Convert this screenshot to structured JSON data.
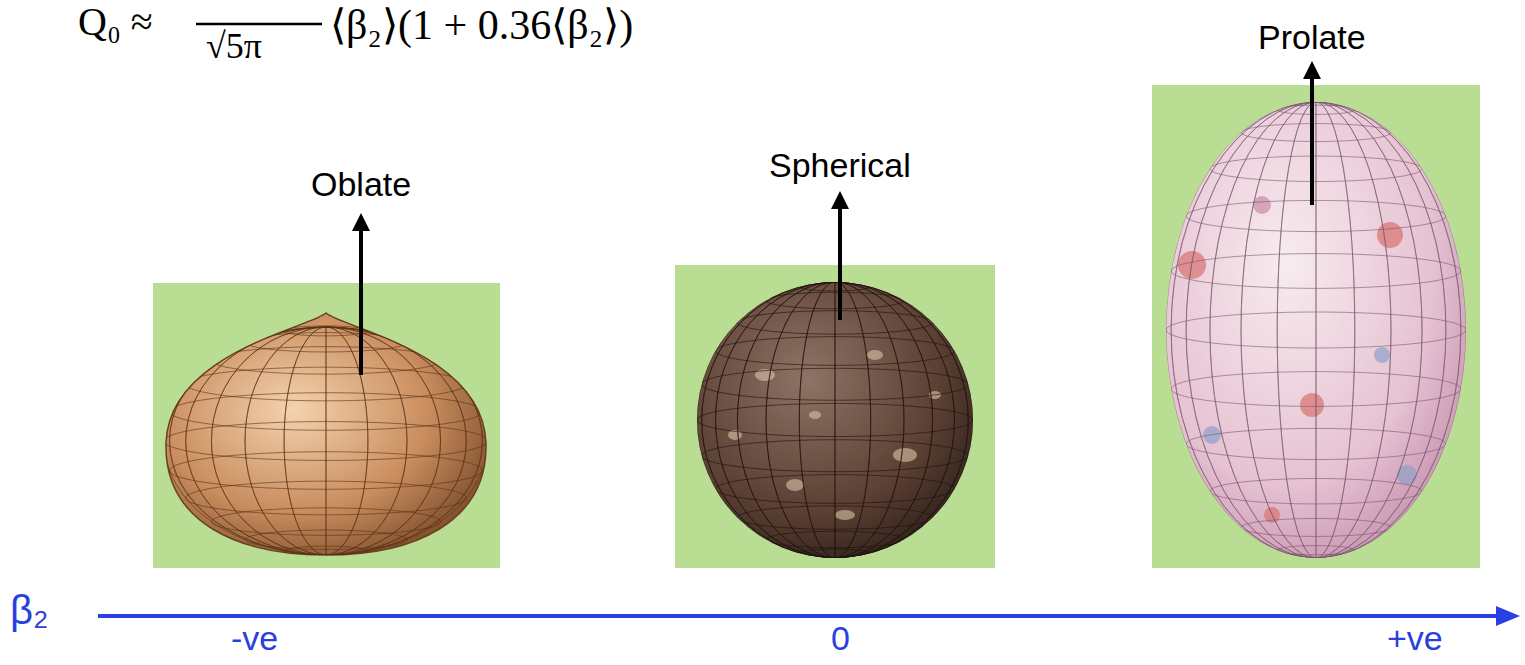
{
  "diagram": {
    "nodes": [
      {
        "text": [
          "Oblate"
        ]
      },
      {
        "text": [
          "Spherical"
        ]
      },
      {
        "text": [
          "Prolate"
        ]
      }
    ],
    "labels": [
      "Q₀ ≈",
      "√5π",
      "⟨β₂⟩(1 + 0.36⟨β₂⟩)",
      "β₂",
      "-ve",
      "0",
      "+ve"
    ]
  }
}
